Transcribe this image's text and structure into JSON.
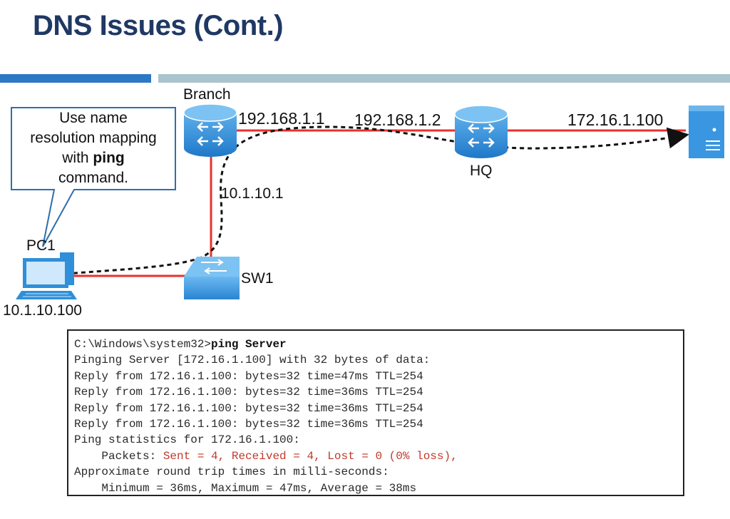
{
  "slide": {
    "title": "DNS Issues (Cont.)"
  },
  "callout": {
    "line1": "Use name",
    "line2": "resolution mapping",
    "line3_prefix": "with ",
    "line3_bold": "ping",
    "line4": "command."
  },
  "devices": {
    "branch_label": "Branch",
    "hq_label": "HQ",
    "pc_label": "PC1",
    "switch_label": "SW1"
  },
  "addresses": {
    "branch_wan": "192.168.1.1",
    "hq_wan": "192.168.1.2",
    "server_ip": "172.16.1.100",
    "branch_lan": "10.1.10.1",
    "pc_ip": "10.1.10.100"
  },
  "terminal": {
    "prompt": "C:\\Windows\\system32>",
    "command": "ping Server",
    "lines": [
      "Pinging Server [172.16.1.100] with 32 bytes of data:",
      "Reply from 172.16.1.100: bytes=32 time=47ms TTL=254",
      "Reply from 172.16.1.100: bytes=32 time=36ms TTL=254",
      "Reply from 172.16.1.100: bytes=32 time=36ms TTL=254",
      "Reply from 172.16.1.100: bytes=32 time=36ms TTL=254",
      "Ping statistics for 172.16.1.100:"
    ],
    "packets_prefix": "    Packets: ",
    "packets_stats": "Sent = 4, Received = 4, Lost = 0 (0% loss),",
    "rtt_header": "Approximate round trip times in milli-seconds:",
    "rtt_values": "    Minimum = 36ms, Maximum = 47ms, Average = 38ms"
  },
  "colors": {
    "title": "#1f3864",
    "link": "#e8322b",
    "device_blue": "#2f8fd8",
    "accent_bar": "#2b78c5",
    "gray_bar": "#a9c4cc",
    "terminal_highlight": "#c0392b"
  }
}
